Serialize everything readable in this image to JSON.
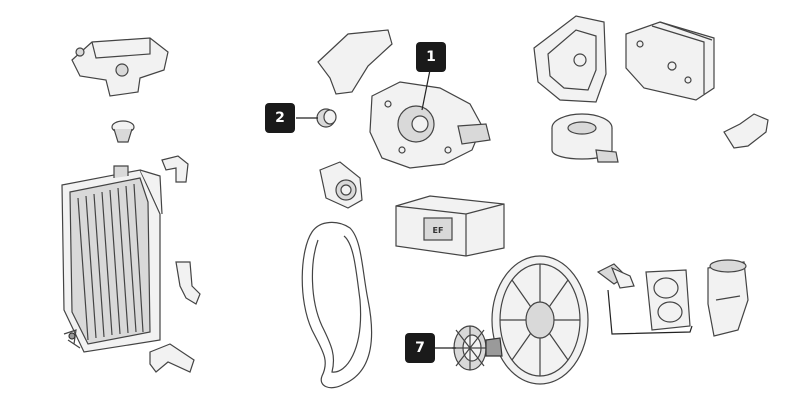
{
  "diagram": {
    "callouts": [
      {
        "label": "1"
      },
      {
        "label": "2"
      },
      {
        "label": "7"
      }
    ],
    "box_logo_text": "EF"
  }
}
